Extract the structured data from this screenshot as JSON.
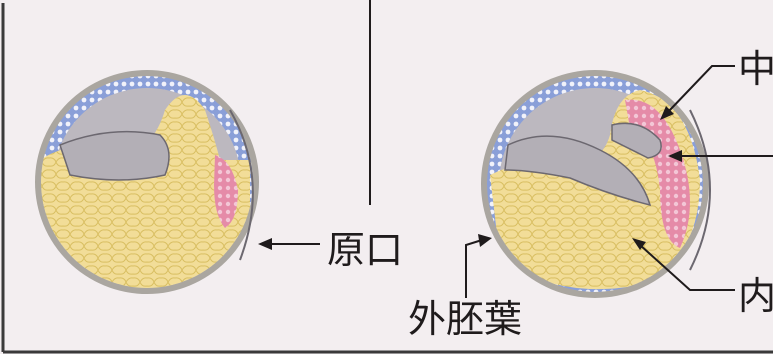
{
  "labels": {
    "blastopore": "原口",
    "ectoderm": "外胚葉",
    "mesoderm": "中",
    "endoderm": "内"
  },
  "colors": {
    "background": "#f3eef0",
    "ectoderm": "#8a9fd8",
    "mesoderm": "#e58ba8",
    "endoderm": "#f2dd98",
    "cavity": "#bcb8bf",
    "shell": "#aaa6a0"
  }
}
